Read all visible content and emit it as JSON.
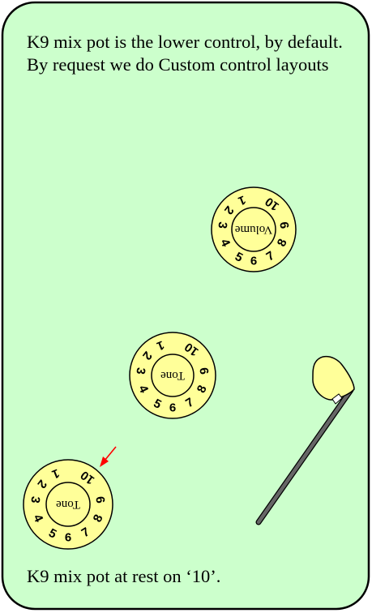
{
  "colors": {
    "panel_fill": "#ccffcc",
    "panel_stroke": "#000000",
    "knob_fill": "#ffff99",
    "knob_stroke": "#000000",
    "pointer_arrow": "#ff0000",
    "lever_rod": "#666666",
    "lever_tip": "#ffff99"
  },
  "top_note": "K9 mix pot is the lower control, by default. By request we do Custom control layouts",
  "bottom_note": "K9 mix pot at rest on ‘10’.",
  "knobs": [
    {
      "name": "volume-knob",
      "label": "Volume",
      "scale": [
        "1",
        "2",
        "3",
        "4",
        "5",
        "6",
        "7",
        "8",
        "9",
        "10"
      ]
    },
    {
      "name": "tone-knob-upper",
      "label": "Tone",
      "scale": [
        "1",
        "2",
        "3",
        "4",
        "5",
        "6",
        "7",
        "8",
        "9",
        "10"
      ]
    },
    {
      "name": "tone-knob-lower",
      "label": "Tone",
      "scale": [
        "1",
        "2",
        "3",
        "4",
        "5",
        "6",
        "7",
        "8",
        "9",
        "10"
      ]
    }
  ],
  "icons": {
    "pointer": "red-arrow-icon",
    "lever": "pickup-selector-lever-icon"
  }
}
